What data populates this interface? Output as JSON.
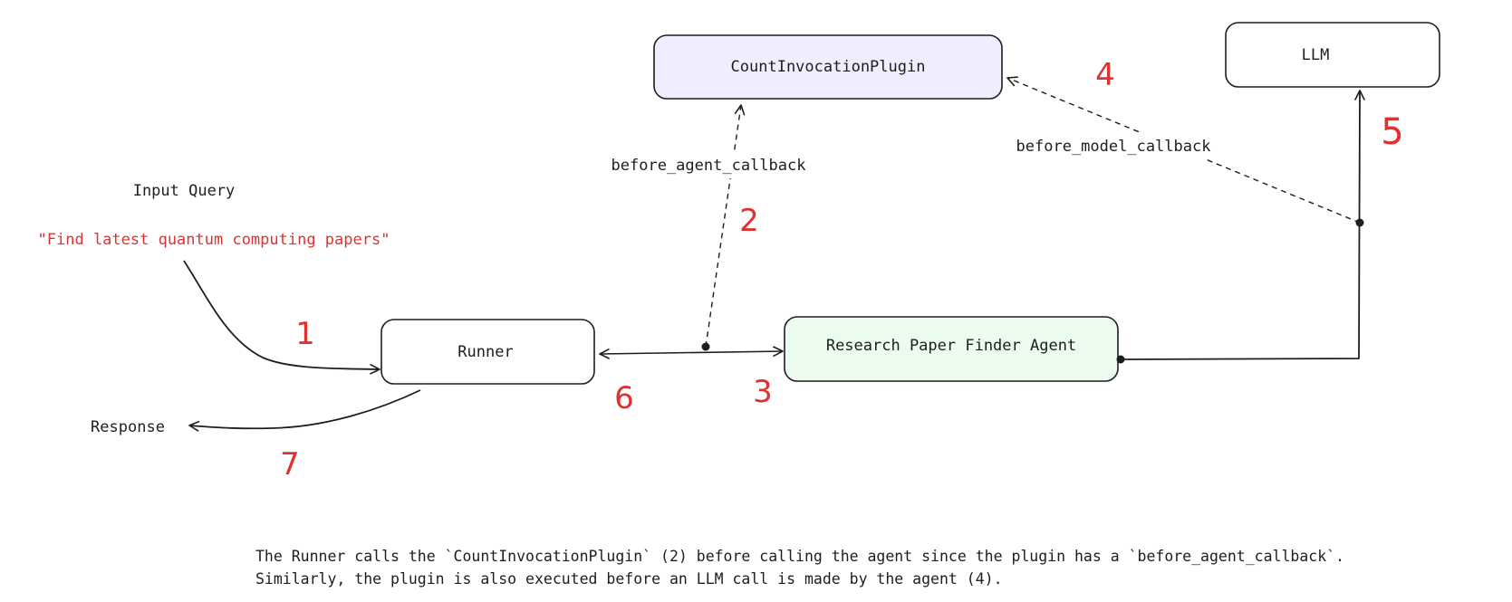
{
  "nodes": {
    "plugin": {
      "label": "CountInvocationPlugin",
      "fill": "#f0eefe"
    },
    "llm": {
      "label": "LLM",
      "fill": "#ffffff"
    },
    "runner": {
      "label": "Runner",
      "fill": "#ffffff"
    },
    "agent": {
      "label": "Research Paper Finder Agent",
      "fill": "#ebfbee"
    }
  },
  "labels": {
    "input_query": "Input Query",
    "query_text": "\"Find latest quantum computing papers\"",
    "response": "Response",
    "before_agent_callback": "before_agent_callback",
    "before_model_callback": "before_model_callback"
  },
  "steps": [
    "1",
    "2",
    "3",
    "4",
    "5",
    "6",
    "7"
  ],
  "caption": {
    "line1": "The Runner calls the `CountInvocationPlugin` (2) before calling the agent since the plugin has a `before_agent_callback`.",
    "line2": "Similarly, the plugin is also executed before an LLM call is made by the agent (4)."
  },
  "colors": {
    "step_red": "#e03131",
    "stroke": "#1e1e1e",
    "plugin_fill": "#f0eefe",
    "agent_fill": "#ebfbee"
  }
}
